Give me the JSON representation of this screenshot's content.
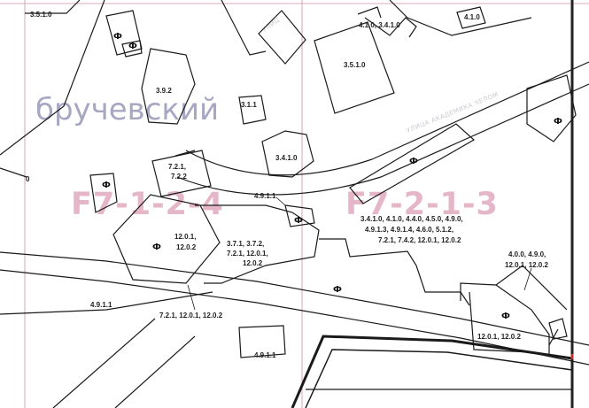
{
  "map": {
    "district_label": "бручевский",
    "street_label": "УЛИЦА АКАДЕМИКА ЧЕЛОМ",
    "street_fragment": "УЛИЦ",
    "zones": [
      "F7-1-2-4",
      "F7-2-1-3"
    ],
    "phi_symbol": "Ф",
    "plots": {
      "p_3_5_1_0_tl": "3.5.1.0",
      "p_4_1_0_3_4_1_0": "4.1.0, 3.4.1.0",
      "p_4_1_0": "4.1.0",
      "p_3_5_1_0": "3.5.1.0",
      "p_3_9_2": "3.9.2",
      "p_3_1_1": "3.1.1",
      "p_3_4_1_0": "3.4.1.0",
      "p_7_2_1_line1": "7.2.1,",
      "p_7_2_1_line2": "7.2.2",
      "p_4_9_1_1_top": "4.9.1.1",
      "p_12_0_1_line1": "12.0.1,",
      "p_12_0_1_line2": "12.0.2",
      "p_3_7_1_line1": "3.7.1, 3.7.2,",
      "p_3_7_1_line2": "7.2.1, 12.0.1,",
      "p_3_7_1_line3": "12.0.2",
      "p_big_line1": "3.4.1.0, 4.1.0, 4.4.0, 4.5.0, 4.9.0,",
      "p_big_line2": "4.9.1.3, 4.9.1.4, 4.6.0, 5.1.2,",
      "p_big_line3": "7.2.1, 7.4.2, 12.0.1, 12.0.2",
      "p_4_0_0_line1": "4.0.0, 4.9.0,",
      "p_4_0_0_line2": "12.0.1, 12.0.2",
      "p_4_9_1_1_left": "4.9.1.1",
      "p_7_2_1_12_0": "7.2.1, 12.0.1, 12.0.2",
      "p_12_0_1_12_0_2": "12.0.1, 12.0.2",
      "p_4_9_1_1_bottom": "4.9.1.1",
      "p_edge": "0"
    },
    "colors": {
      "lines": "#1a1a1a",
      "zone_text": "#e4b6c7",
      "district_text": "#a7a7c4",
      "grid": "#cc8f9f",
      "border_red": "#c43030"
    }
  }
}
